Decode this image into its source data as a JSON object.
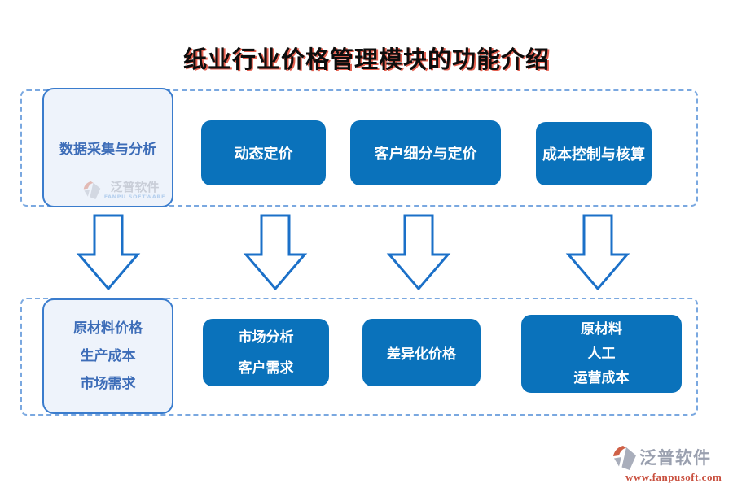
{
  "title": "纸业行业价格管理模块的功能介绍",
  "top_row": {
    "source": {
      "label": "数据采集与分析"
    },
    "modules": [
      {
        "label": "动态定价"
      },
      {
        "label": "客户细分与定价"
      },
      {
        "label": "成本控制与核算"
      }
    ]
  },
  "bottom_row": {
    "source": {
      "lines": [
        "原材料价格",
        "生产成本",
        "市场需求"
      ]
    },
    "modules": [
      {
        "lines": [
          "市场分析",
          "客户需求"
        ]
      },
      {
        "lines": [
          "差异化价格"
        ]
      },
      {
        "lines": [
          "原材料",
          "人工",
          "运营成本"
        ]
      }
    ]
  },
  "watermark": {
    "brand": "泛普软件",
    "subtitle": "FANPU SOFTWARE"
  },
  "footer": {
    "brand": "泛普软件",
    "url": "www.fanpusoft.com"
  },
  "colors": {
    "module_blue": "#0a72bb",
    "light_box_bg": "#eef3fb",
    "light_box_border": "#3a7ccd",
    "light_box_text": "#3d6db8",
    "dashed_border": "#7aa8e0",
    "arrow_stroke": "#1b70c8",
    "title_text": "#0d0d0d",
    "title_shadow": "#dd3926",
    "footer_brand_gray": "#9aa0af",
    "footer_url_red": "#c9503f",
    "logo_red": "#cf6046",
    "logo_gray": "#a9aebb"
  }
}
